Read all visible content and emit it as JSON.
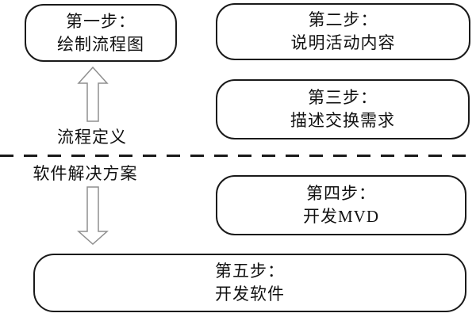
{
  "diagram": {
    "title": "five-step process diagram",
    "steps": [
      {
        "title": "第一步：",
        "desc": "绘制流程图"
      },
      {
        "title": "第二步：",
        "desc": "说明活动内容"
      },
      {
        "title": "第三步：",
        "desc": "描述交换需求"
      },
      {
        "title": "第四步：",
        "desc": "开发MVD"
      },
      {
        "title": "第五步：",
        "desc": "开发软件"
      }
    ],
    "labels": {
      "upper_zone": "流程定义",
      "lower_zone": "软件解决方案"
    },
    "icons": {
      "up_arrow": "hollow-block-arrow-up",
      "down_arrow": "hollow-block-arrow-down"
    },
    "colors": {
      "background": "#ffffff",
      "box_border": "#1a1a1a",
      "text": "#111111",
      "arrow_outline": "#8f8f8f",
      "divider": "#1a1a1a"
    }
  }
}
